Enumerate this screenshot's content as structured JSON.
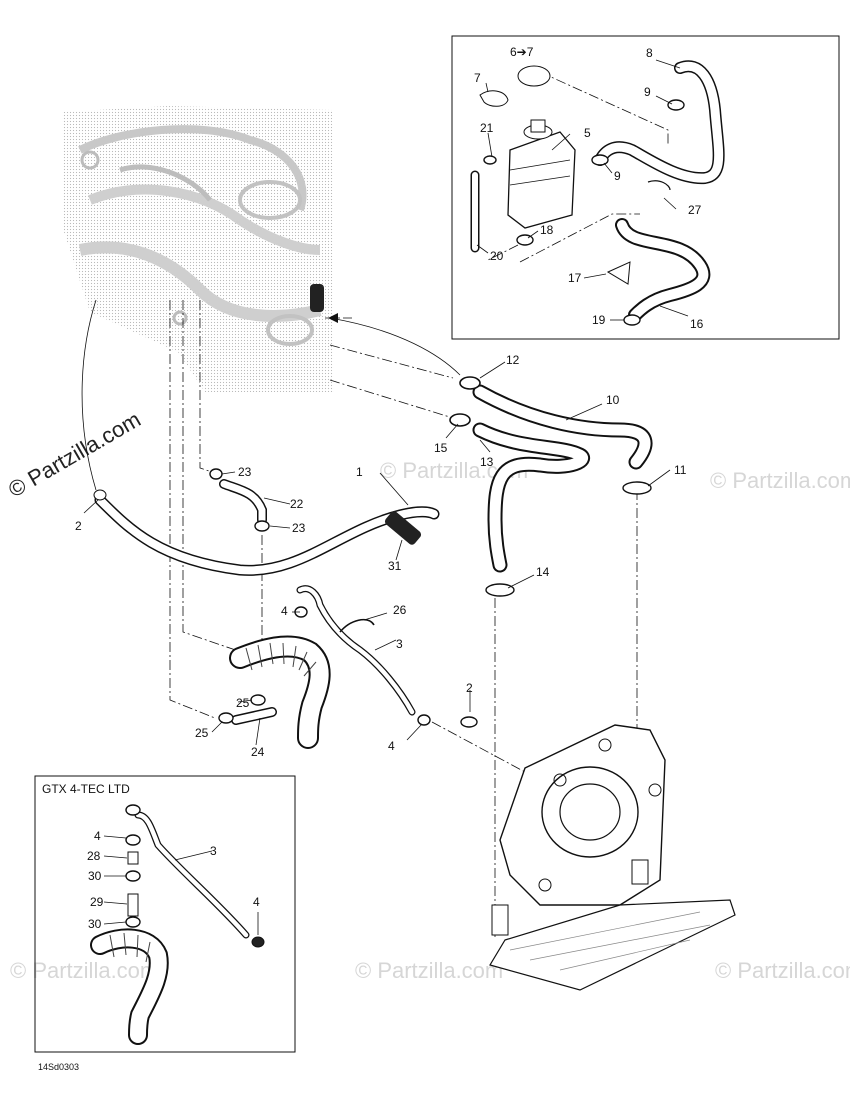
{
  "diagram": {
    "inset_title": "GTX 4-TEC LTD",
    "figure_code": "14Sd0303",
    "watermark": "© Partzilla.com",
    "watermark_side": "© Partzilla.com"
  },
  "callouts": {
    "c1": "1",
    "c2a": "2",
    "c2b": "2",
    "c3a": "3",
    "c3b": "3",
    "c4a": "4",
    "c4b": "4",
    "c4c": "4",
    "c4d": "4",
    "c5": "5",
    "c67": "6➔7",
    "c7": "7",
    "c8": "8",
    "c9a": "9",
    "c9b": "9",
    "c10": "10",
    "c11": "11",
    "c12": "12",
    "c13": "13",
    "c14": "14",
    "c15": "15",
    "c16": "16",
    "c17": "17",
    "c18": "18",
    "c19": "19",
    "c20": "20",
    "c21": "21",
    "c22": "22",
    "c23a": "23",
    "c23b": "23",
    "c24": "24",
    "c25a": "25",
    "c25b": "25",
    "c26": "26",
    "c27": "27",
    "c28": "28",
    "c29": "29",
    "c30a": "30",
    "c30b": "30",
    "c31": "31"
  }
}
